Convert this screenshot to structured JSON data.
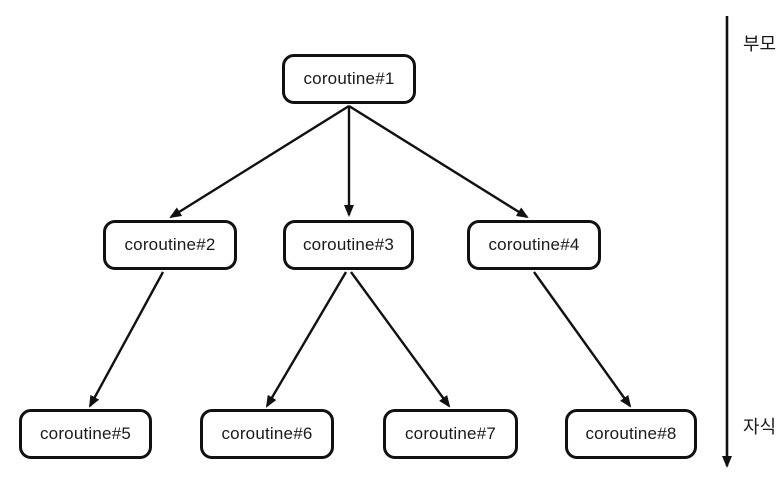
{
  "diagram": {
    "background_color": "#ffffff",
    "stroke_color": "#111111",
    "node_fill_color": "#ffffff",
    "nodes": [
      {
        "label": "coroutine#1"
      },
      {
        "label": "coroutine#2"
      },
      {
        "label": "coroutine#3"
      },
      {
        "label": "coroutine#4"
      },
      {
        "label": "coroutine#5"
      },
      {
        "label": "coroutine#6"
      },
      {
        "label": "coroutine#7"
      },
      {
        "label": "coroutine#8"
      }
    ],
    "edges": [
      {
        "from": "coroutine#1",
        "to": "coroutine#2"
      },
      {
        "from": "coroutine#1",
        "to": "coroutine#3"
      },
      {
        "from": "coroutine#1",
        "to": "coroutine#4"
      },
      {
        "from": "coroutine#2",
        "to": "coroutine#5"
      },
      {
        "from": "coroutine#3",
        "to": "coroutine#6"
      },
      {
        "from": "coroutine#3",
        "to": "coroutine#7"
      },
      {
        "from": "coroutine#4",
        "to": "coroutine#8"
      }
    ],
    "axis": {
      "top_label": "부모",
      "bottom_label": "자식"
    }
  }
}
